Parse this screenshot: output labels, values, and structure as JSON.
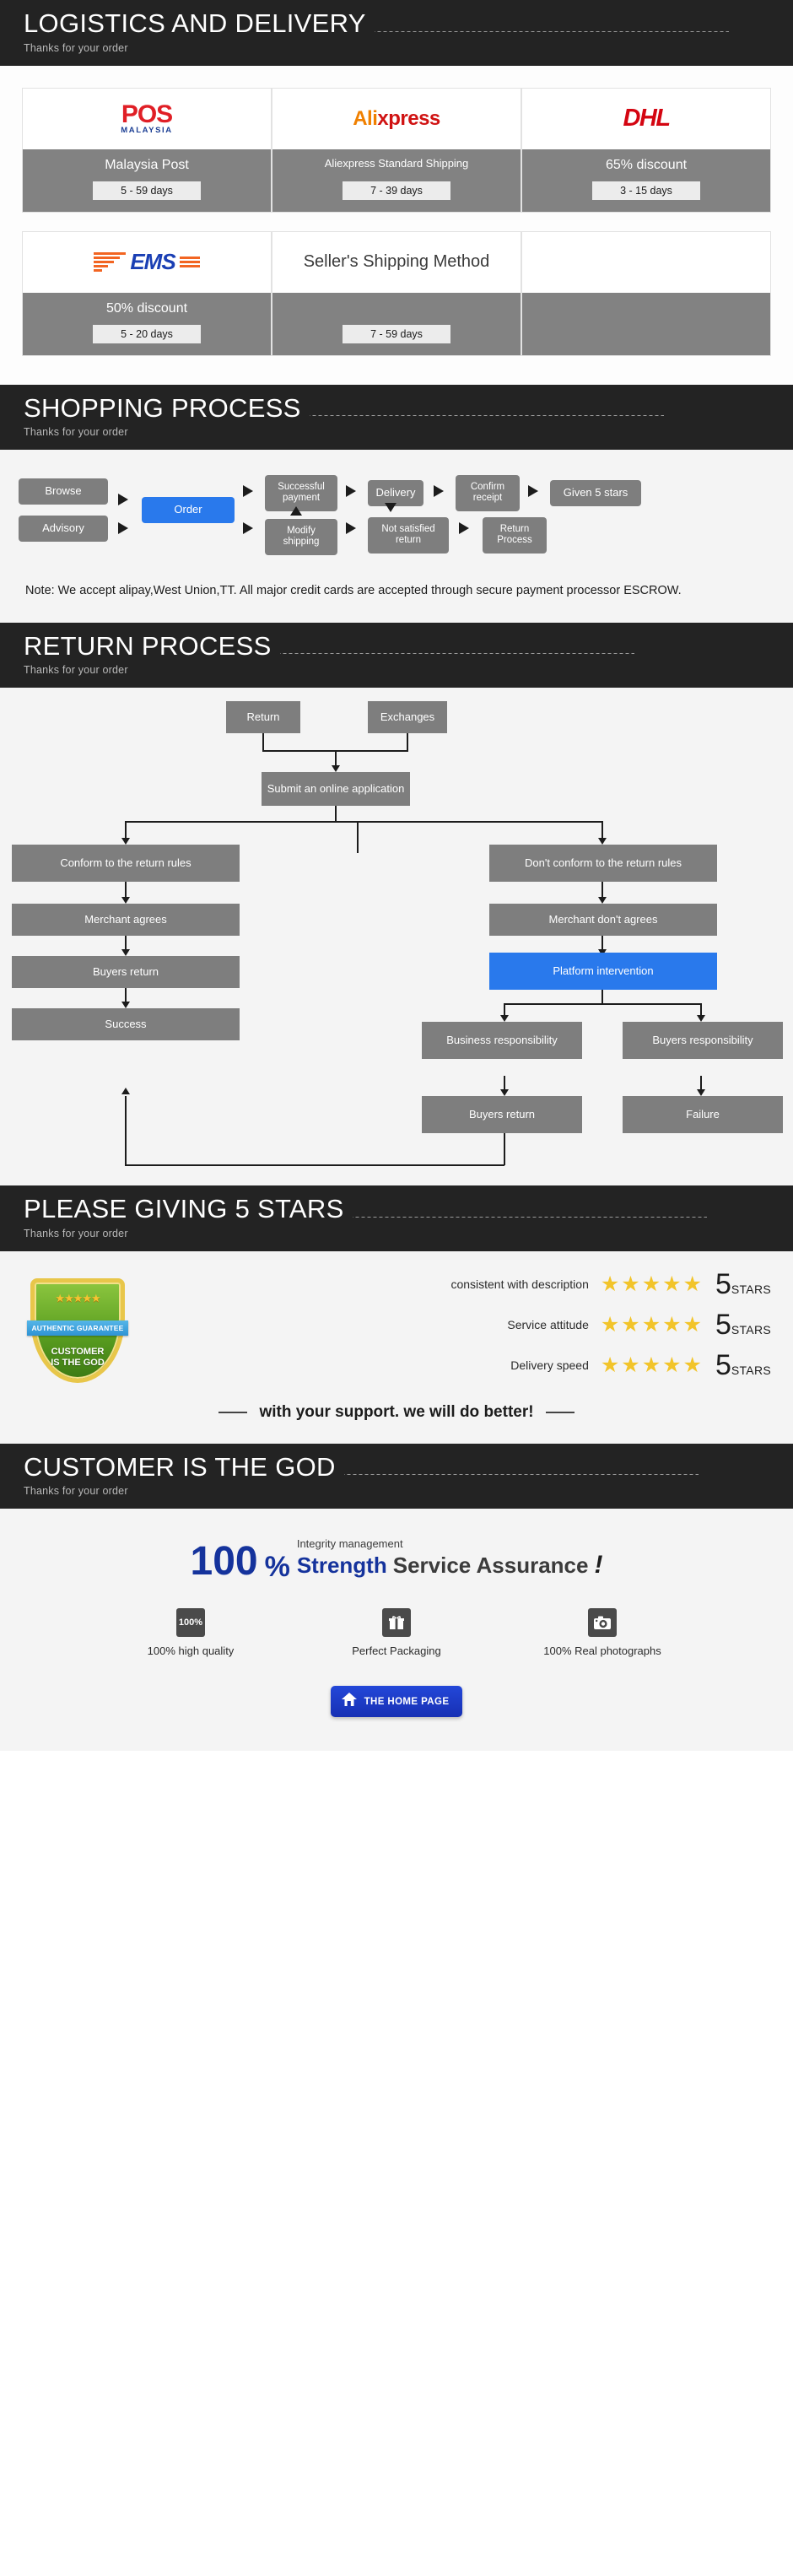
{
  "sections": {
    "logistics": {
      "title": "LOGISTICS AND DELIVERY",
      "subtitle": "Thanks for your order"
    },
    "shopping": {
      "title": "SHOPPING PROCESS",
      "subtitle": "Thanks for your order"
    },
    "returns": {
      "title": "RETURN PROCESS",
      "subtitle": "Thanks for your order"
    },
    "stars": {
      "title": "PLEASE GIVING 5 STARS",
      "subtitle": "Thanks for your order"
    },
    "god": {
      "title": "CUSTOMER IS THE GOD",
      "subtitle": "Thanks for your order"
    }
  },
  "shipping": {
    "methods": [
      {
        "logo": "pos-malaysia-logo",
        "logo_main": "POS",
        "logo_sub": "MALAYSIA",
        "name": "Malaysia Post",
        "days": "5 - 59  days"
      },
      {
        "logo": "aliexpress-logo",
        "logo_main_a": "Ali",
        "logo_main_b": "xpress",
        "name": "Aliexpress Standard Shipping",
        "days": "7 - 39  days"
      },
      {
        "logo": "dhl-logo",
        "logo_main": "DHL",
        "name": "65% discount",
        "days": "3 - 15  days"
      },
      {
        "logo": "ems-logo",
        "logo_main": "EMS",
        "name": "50% discount",
        "days": "5 - 20  days"
      },
      {
        "logo": "sellers-method-text",
        "logo_text": "Seller's Shipping Method",
        "name": "",
        "days": "7 - 59  days"
      },
      {
        "logo": "",
        "logo_text": "",
        "name": "",
        "days": ""
      }
    ]
  },
  "shopping_flow": {
    "browse": "Browse",
    "advisory": "Advisory",
    "order": "Order",
    "successful_payment": "Successful payment",
    "modify_shipping": "Modify shipping",
    "delivery": "Delivery",
    "not_satisfied_return": "Not satisfied return",
    "confirm_receipt": "Confirm receipt",
    "return_process": "Return Process",
    "given_5_stars": "Given 5 stars",
    "note": "Note: We accept alipay,West Union,TT. All major credit cards are accepted through secure payment processor ESCROW."
  },
  "return_flow": {
    "return": "Return",
    "exchanges": "Exchanges",
    "submit_application": "Submit an online application",
    "conform": "Conform to the return rules",
    "dont_conform": "Don't conform to the return rules",
    "merchant_agrees": "Merchant agrees",
    "merchant_dont_agrees": "Merchant don't agrees",
    "buyers_return_left": "Buyers return",
    "platform_intervention": "Platform intervention",
    "success": "Success",
    "business_responsibility": "Business responsibility",
    "buyers_responsibility": "Buyers responsibility",
    "buyers_return_right": "Buyers return",
    "failure": "Failure"
  },
  "ratings": {
    "badge": {
      "ribbon": "AUTHENTIC GUARANTEE",
      "line1": "CUSTOMER",
      "line2": "IS THE GOD",
      "ministars": "★★★★★"
    },
    "rows": [
      {
        "label": "consistent with description",
        "stars": "★★★★★",
        "score": "5",
        "unit": "STARS"
      },
      {
        "label": "Service attitude",
        "stars": "★★★★★",
        "score": "5",
        "unit": "STARS"
      },
      {
        "label": "Delivery speed",
        "stars": "★★★★★",
        "score": "5",
        "unit": "STARS"
      }
    ],
    "support_text": "with your support. we will do better!"
  },
  "god_section": {
    "hundred": "100",
    "percent": "%",
    "integrity": "Integrity management",
    "strength": "Strength",
    "service_assurance": "Service Assurance",
    "exclamation": "!",
    "features": [
      {
        "icon": "percent-badge-icon",
        "icon_text": "100%",
        "label": "100% high quality"
      },
      {
        "icon": "gift-box-icon",
        "icon_text": "",
        "label": "Perfect Packaging"
      },
      {
        "icon": "camera-icon",
        "icon_text": "",
        "label": "100% Real photographs"
      }
    ],
    "home_button": "THE HOME PAGE"
  },
  "colors": {
    "header_bg": "#232323",
    "gray_box": "#7e7e7e",
    "blue_accent": "#2979ec",
    "panel_bg": "#f4f4f4"
  }
}
